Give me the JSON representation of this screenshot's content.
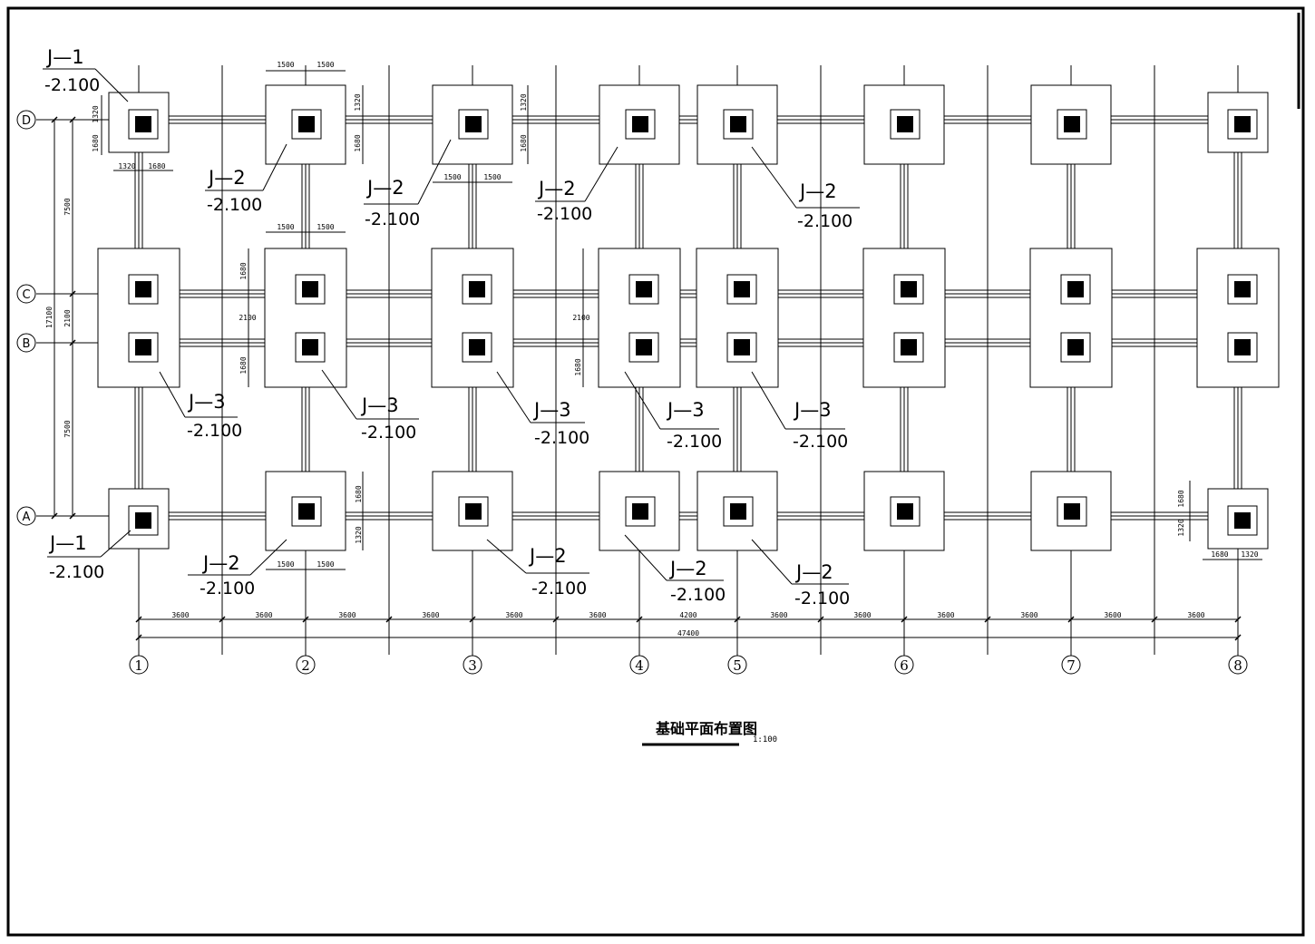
{
  "drawing": {
    "title": "基础平面布置图",
    "scale": "1:100"
  },
  "axes": {
    "columns": [
      {
        "id": "1",
        "label": "1"
      },
      {
        "id": "2",
        "label": "2"
      },
      {
        "id": "3",
        "label": "3"
      },
      {
        "id": "4",
        "label": "4"
      },
      {
        "id": "5",
        "label": "5"
      },
      {
        "id": "6",
        "label": "6"
      },
      {
        "id": "7",
        "label": "7"
      },
      {
        "id": "8",
        "label": "8"
      }
    ],
    "rows": [
      {
        "id": "D",
        "label": "D"
      },
      {
        "id": "C",
        "label": "C"
      },
      {
        "id": "B",
        "label": "B"
      },
      {
        "id": "A",
        "label": "A"
      }
    ]
  },
  "dimensions": {
    "bay_spacings": [
      "3600",
      "3600",
      "3600",
      "3600",
      "3600",
      "3600",
      "4200",
      "3600",
      "3600",
      "3600",
      "3600",
      "3600",
      "3600"
    ],
    "total_length": "47400",
    "vertical": {
      "span_dc": "7500",
      "span_cb": "2100",
      "span_ba": "7500",
      "total": "17100"
    },
    "footing": {
      "j1_a": "1320",
      "j1_b": "1680",
      "j2_a": "1500",
      "j2_b": "1500",
      "j2_c": "1320",
      "j2_d": "1680",
      "j3_a": "1680",
      "j3_b": "2100",
      "j3_c": "1680"
    }
  },
  "footing_types": {
    "J1": "J—1",
    "J2": "J—2",
    "J3": "J—3",
    "elevation": "-2.100"
  },
  "tags": [
    {
      "type": "J1",
      "label": "J—1",
      "elev": "-2.100"
    },
    {
      "type": "J2",
      "label": "J—2",
      "elev": "-2.100"
    },
    {
      "type": "J2",
      "label": "J—2",
      "elev": "-2.100"
    },
    {
      "type": "J2",
      "label": "J—2",
      "elev": "-2.100"
    },
    {
      "type": "J2",
      "label": "J—2",
      "elev": "-2.100"
    },
    {
      "type": "J3",
      "label": "J—3",
      "elev": "-2.100"
    },
    {
      "type": "J3",
      "label": "J—3",
      "elev": "-2.100"
    },
    {
      "type": "J3",
      "label": "J—3",
      "elev": "-2.100"
    },
    {
      "type": "J3",
      "label": "J—3",
      "elev": "-2.100"
    },
    {
      "type": "J3",
      "label": "J—3",
      "elev": "-2.100"
    },
    {
      "type": "J1",
      "label": "J—1",
      "elev": "-2.100"
    },
    {
      "type": "J2",
      "label": "J—2",
      "elev": "-2.100"
    },
    {
      "type": "J2",
      "label": "J—2",
      "elev": "-2.100"
    },
    {
      "type": "J2",
      "label": "J—2",
      "elev": "-2.100"
    },
    {
      "type": "J2",
      "label": "J—2",
      "elev": "-2.100"
    }
  ]
}
